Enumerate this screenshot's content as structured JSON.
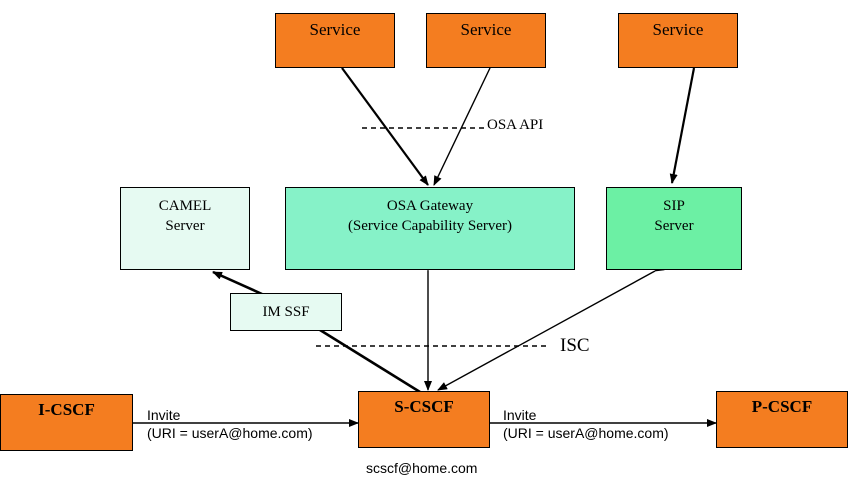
{
  "diagram": {
    "services": [
      {
        "label": "Service"
      },
      {
        "label": "Service"
      },
      {
        "label": "Service"
      }
    ],
    "camel_server": {
      "line1": "CAMEL",
      "line2": "Server"
    },
    "osa_gateway": {
      "line1": "OSA Gateway",
      "line2": "(Service Capability Server)"
    },
    "sip_server": {
      "line1": "SIP",
      "line2": "Server"
    },
    "im_ssf": {
      "label": "IM SSF"
    },
    "osa_api_label": "OSA API",
    "isc_label": "ISC",
    "i_cscf": {
      "label": "I-CSCF"
    },
    "s_cscf": {
      "label": "S-CSCF"
    },
    "p_cscf": {
      "label": "P-CSCF"
    },
    "invite_left": {
      "line1": "Invite",
      "line2": "(URI = userA@home.com)"
    },
    "invite_right": {
      "line1": "Invite",
      "line2": "(URI = userA@home.com)"
    },
    "scscf_address": "scscf@home.com",
    "colors": {
      "orange": "#F47D20",
      "camel_fill": "#E6FAF2",
      "osa_fill": "#86F2C8",
      "sip_fill": "#6CF0A4",
      "im_ssf_fill": "#E6FAF2"
    }
  }
}
